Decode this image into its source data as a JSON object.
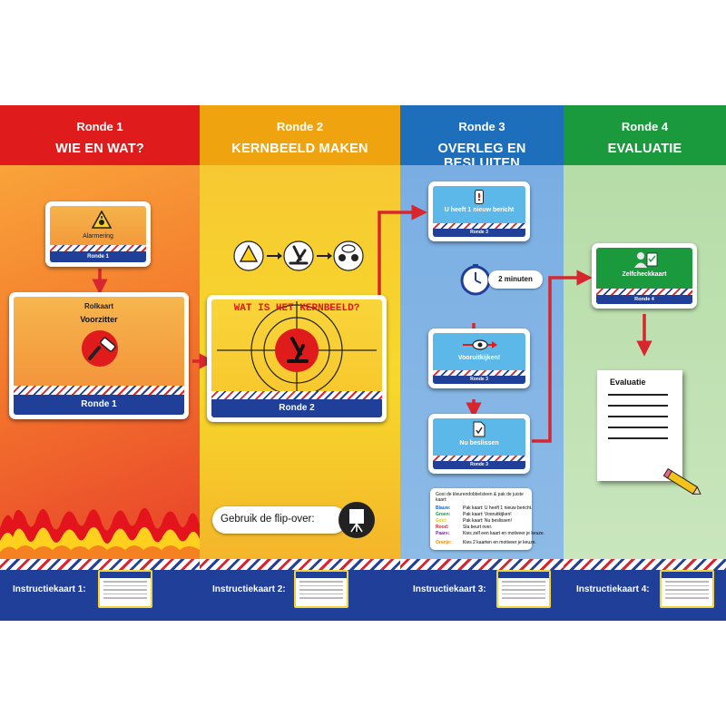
{
  "colors": {
    "red": "#e01b1b",
    "yellow": "#efa40f",
    "blue": "#1e6fbb",
    "green": "#1a9a3d",
    "navy": "#1f3f98",
    "arrow": "#d7262e"
  },
  "columns": [
    {
      "ronde": "Ronde 1",
      "title": "WIE EN WAT?",
      "footer": "Instructiekaart 1:"
    },
    {
      "ronde": "Ronde 2",
      "title": "KERNBEELD MAKEN",
      "footer": "Instructiekaart 2:"
    },
    {
      "ronde": "Ronde 3",
      "title": "OVERLEG EN BESLUITEN",
      "footer": "Instructiekaart 3:"
    },
    {
      "ronde": "Ronde 4",
      "title": "EVALUATIE",
      "footer": "Instructiekaart 4:"
    }
  ],
  "round1": {
    "alarm_card": {
      "label": "Alarmering",
      "band": "Ronde 1",
      "icon": "alarm-hazard-icon"
    },
    "role_card": {
      "type": "Rolkaart",
      "role": "Voorzitter",
      "band": "Ronde 1",
      "icon": "gavel-icon"
    }
  },
  "round2": {
    "sequence_icons": [
      "alarm-hazard-icon",
      "microscope-icon",
      "discussion-icon"
    ],
    "kernbeeld_card": {
      "question": "WAT IS HET KERNBEELD?",
      "band": "Ronde 2",
      "icon": "microscope-icon"
    },
    "flipover": {
      "label": "Gebruik de flip-over:",
      "icon": "flipchart-icon"
    }
  },
  "round3": {
    "message_card": {
      "label": "U heeft 1 nieuw bericht",
      "band": "Ronde 3",
      "icon": "phone-alert-icon"
    },
    "timer": {
      "label": "2 minuten",
      "icon": "stopwatch-icon"
    },
    "look_ahead_card": {
      "label": "Vooruitkijken!",
      "band": "Ronde 3",
      "icon": "eye-arrow-icon"
    },
    "decide_card": {
      "label": "Nu beslissen",
      "band": "Ronde 3",
      "icon": "checked-document-icon"
    },
    "dice_note": {
      "intro": "Gooi de kleurendobbelsteen & pak de juiste kaart:",
      "rows": [
        {
          "color": "Blauw:",
          "text": "Pak kaart: U heeft 1 nieuw bericht.",
          "swatch": "#1f5fc4"
        },
        {
          "color": "Groen:",
          "text": "Pak kaart: Vooruitkijken!",
          "swatch": "#1a9a3d"
        },
        {
          "color": "Geel:",
          "text": "Pak kaart: Nu beslissen!",
          "swatch": "#e5c416"
        },
        {
          "color": "Rood:",
          "text": "Sla beurt over.",
          "swatch": "#d7262e"
        },
        {
          "color": "Paars:",
          "text": "Kies zelf een kaart en motiveer je keuze.",
          "swatch": "#7a2d9a"
        },
        {
          "color": "Oranje:",
          "text": "Kies 2 kaarten en motiveer je keuze.",
          "swatch": "#f08a16"
        }
      ]
    }
  },
  "round4": {
    "check_card": {
      "label": "Zelfcheckkaart",
      "band": "Ronde 4",
      "icon": "self-check-icon"
    },
    "evaluation_sheet": {
      "title": "Evaluatie",
      "icon": "pencil-icon"
    }
  }
}
